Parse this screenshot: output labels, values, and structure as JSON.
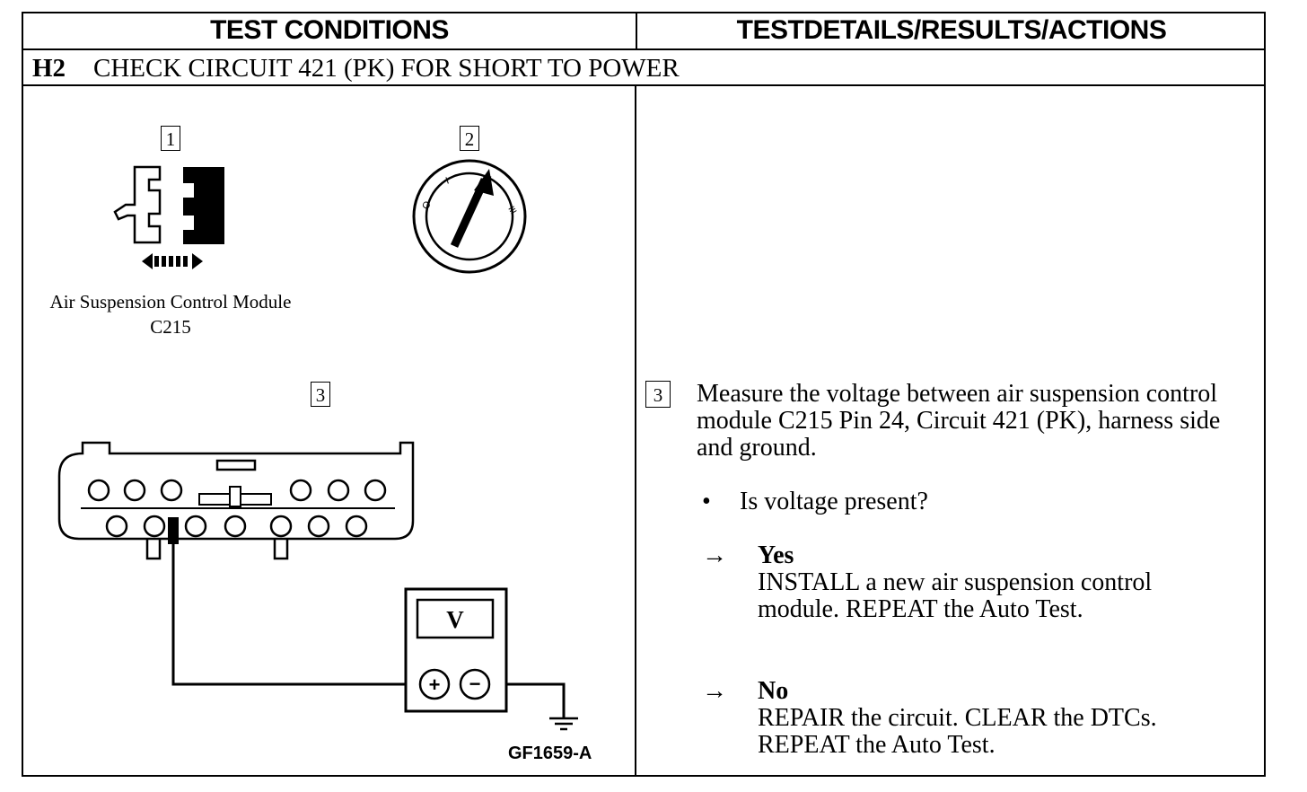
{
  "header": {
    "left": "TEST CONDITIONS",
    "right": "TESTDETAILS/RESULTS/ACTIONS"
  },
  "step": {
    "id": "H2",
    "title": "CHECK CIRCUIT 421 (PK) FOR SHORT TO POWER"
  },
  "figure": {
    "callouts": [
      "1",
      "2",
      "3"
    ],
    "connector_caption_line1": "Air Suspension Control Module",
    "connector_caption_line2": "C215",
    "ignition_marks": [
      "O",
      "I",
      "II",
      "III"
    ],
    "meter_label": "V",
    "meter_plus": "+",
    "meter_minus": "−",
    "figure_code": "GF1659-A"
  },
  "details": {
    "callout": "3",
    "instruction": "Measure the voltage between air suspension control module C215 Pin 24, Circuit 421 (PK), harness side and ground.",
    "question_bullet": "•",
    "question": "Is voltage present?",
    "answers": [
      {
        "arrow": "→",
        "label": "Yes",
        "text": "INSTALL a new air suspension control\nmodule. REPEAT the Auto Test."
      },
      {
        "arrow": "→",
        "label": "No",
        "text": "REPAIR the circuit. CLEAR the DTCs.\nREPEAT the Auto Test."
      }
    ]
  }
}
